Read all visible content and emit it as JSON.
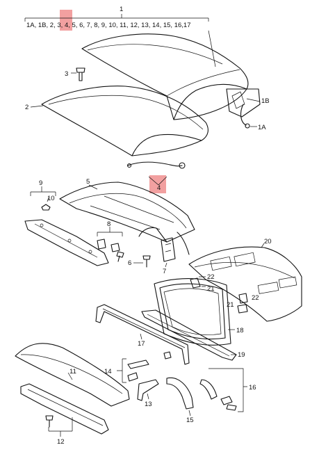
{
  "diagram": {
    "header_number": "1",
    "header_list": {
      "pre": "1A, 1B, 2, ",
      "h1": "3",
      "sep1": ", ",
      "h2": "4",
      "post": ", 5, 6, 7, 8, 9, 10, 11, 12, 13, 14, 15, 16,17"
    },
    "highlight_color": "#f2a0a0",
    "labels": {
      "l1A": "1A",
      "l1B": "1B",
      "l2": "2",
      "l3": "3",
      "l4": "4",
      "l5": "5",
      "l6": "6",
      "l7": "7",
      "l8": "8",
      "l9": "9",
      "l10": "10",
      "l11": "11",
      "l12": "12",
      "l13": "13",
      "l14": "14",
      "l15": "15",
      "l16": "16",
      "l17": "17",
      "l18": "18",
      "l19": "19",
      "l20": "20",
      "l21a": "21",
      "l21b": "21",
      "l22a": "22",
      "l22b": "22"
    }
  }
}
